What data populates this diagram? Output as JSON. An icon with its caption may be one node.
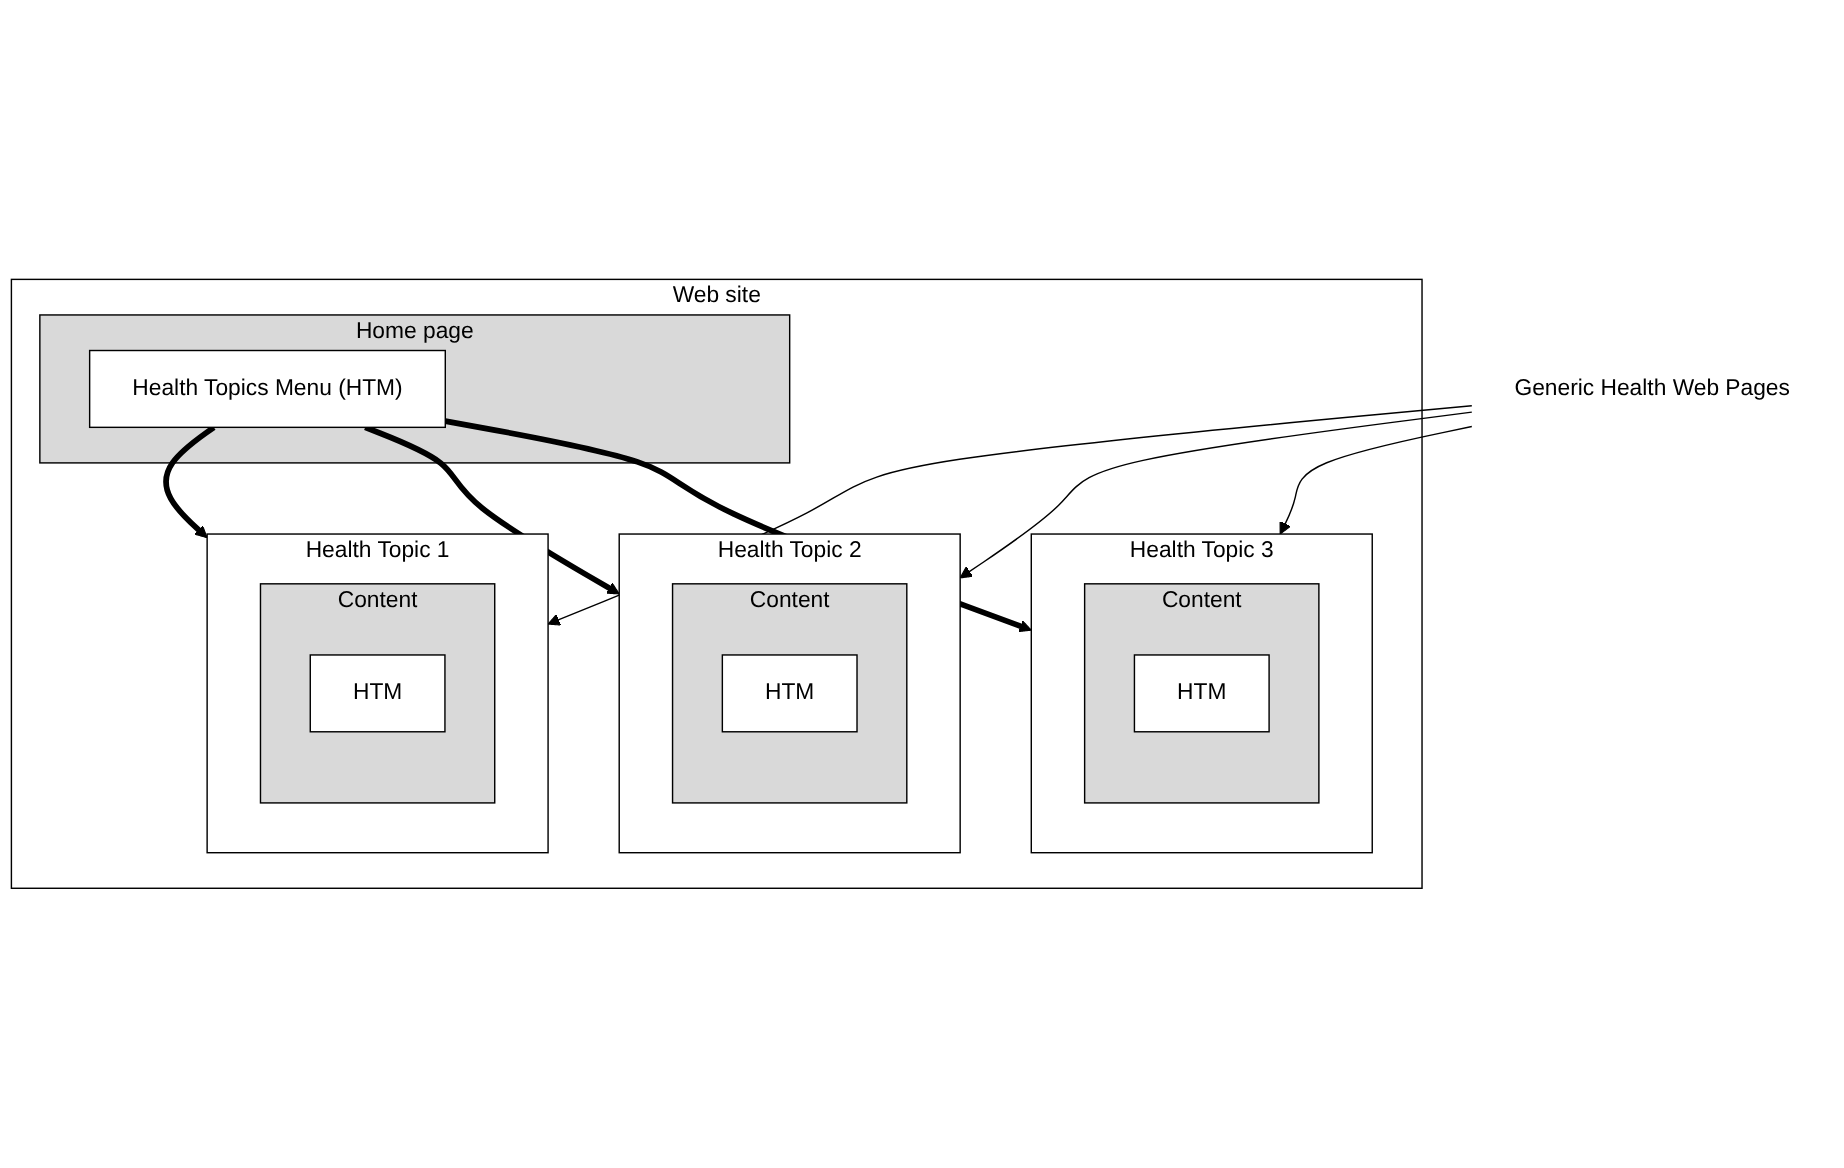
{
  "diagram": {
    "nodes": [
      {
        "text": [
          "Web site"
        ]
      },
      {
        "text": [
          "Home page"
        ],
        "in": 0
      },
      {
        "text": [
          "Health Topics Menu (HTM)"
        ],
        "in": 1
      },
      {
        "text": [
          "Health Topic 1"
        ],
        "in": 0
      },
      {
        "text": [
          "Content"
        ],
        "in": 3
      },
      {
        "text": [
          "HTM"
        ],
        "in": 4
      },
      {
        "text": [
          "Health Topic 2"
        ],
        "in": 0
      },
      {
        "text": [
          "Content"
        ],
        "in": 6
      },
      {
        "text": [
          "HTM"
        ],
        "in": 7
      },
      {
        "text": [
          "Health Topic 3"
        ],
        "in": 0
      },
      {
        "text": [
          "Content"
        ],
        "in": 9
      },
      {
        "text": [
          "HTM"
        ],
        "in": 10
      },
      {
        "text": [
          "Generic Health Web Pages"
        ]
      }
    ],
    "edges": [
      {
        "from": 2,
        "to": 3,
        "arrow": "to",
        "style": "thick"
      },
      {
        "from": 2,
        "to": 6,
        "arrow": "to",
        "style": "thick"
      },
      {
        "from": 2,
        "to": 9,
        "arrow": "to",
        "style": "thick"
      },
      {
        "from": 12,
        "to": 3,
        "arrow": "to"
      },
      {
        "from": 12,
        "to": 6,
        "arrow": "to"
      },
      {
        "from": 12,
        "to": 9,
        "arrow": "to"
      }
    ]
  }
}
